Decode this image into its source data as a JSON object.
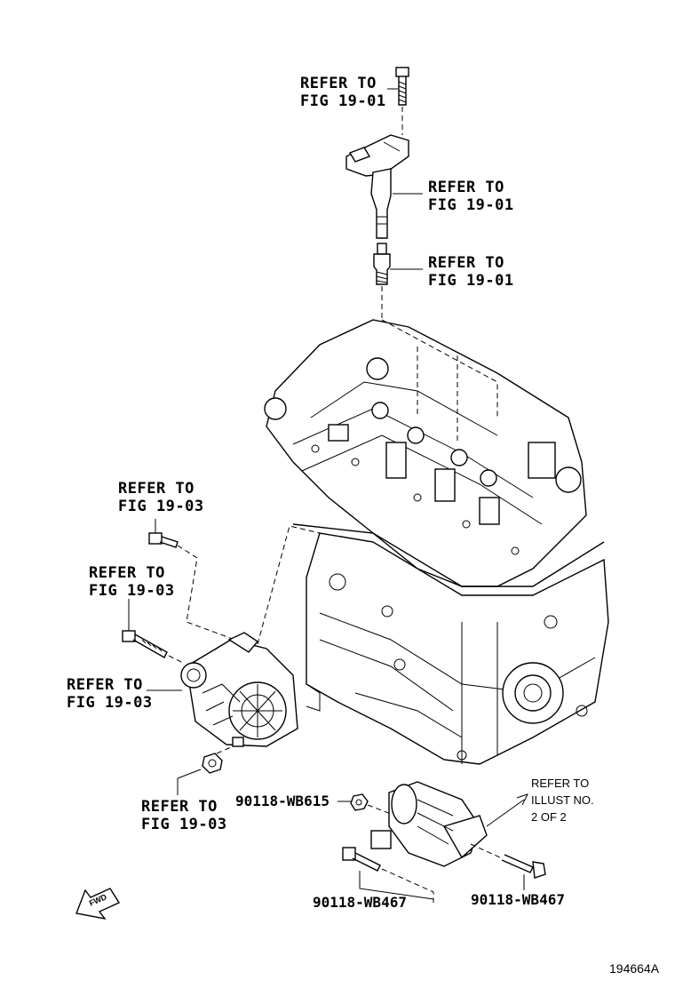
{
  "callouts": {
    "bolt_top": [
      "REFER TO",
      "FIG 19-01"
    ],
    "ignition_coil": [
      "REFER TO",
      "FIG 19-01"
    ],
    "spark_plug": [
      "REFER TO",
      "FIG 19-01"
    ],
    "alt_bolt_upper": [
      "REFER TO",
      "FIG 19-03"
    ],
    "alt_bolt_lower": [
      "REFER TO",
      "FIG 19-03"
    ],
    "alternator": [
      "REFER TO",
      "FIG 19-03"
    ],
    "alt_nut": [
      "REFER TO",
      "FIG 19-03"
    ],
    "starter": [
      "REFER TO",
      "ILLUST NO.",
      "2 OF 2"
    ]
  },
  "part_numbers": {
    "starter_nut": "90118-WB615",
    "starter_bolt_left": "90118-WB467",
    "starter_bolt_right": "90118-WB467"
  },
  "illustration_id": "194664A",
  "fwd_label": "FWD"
}
